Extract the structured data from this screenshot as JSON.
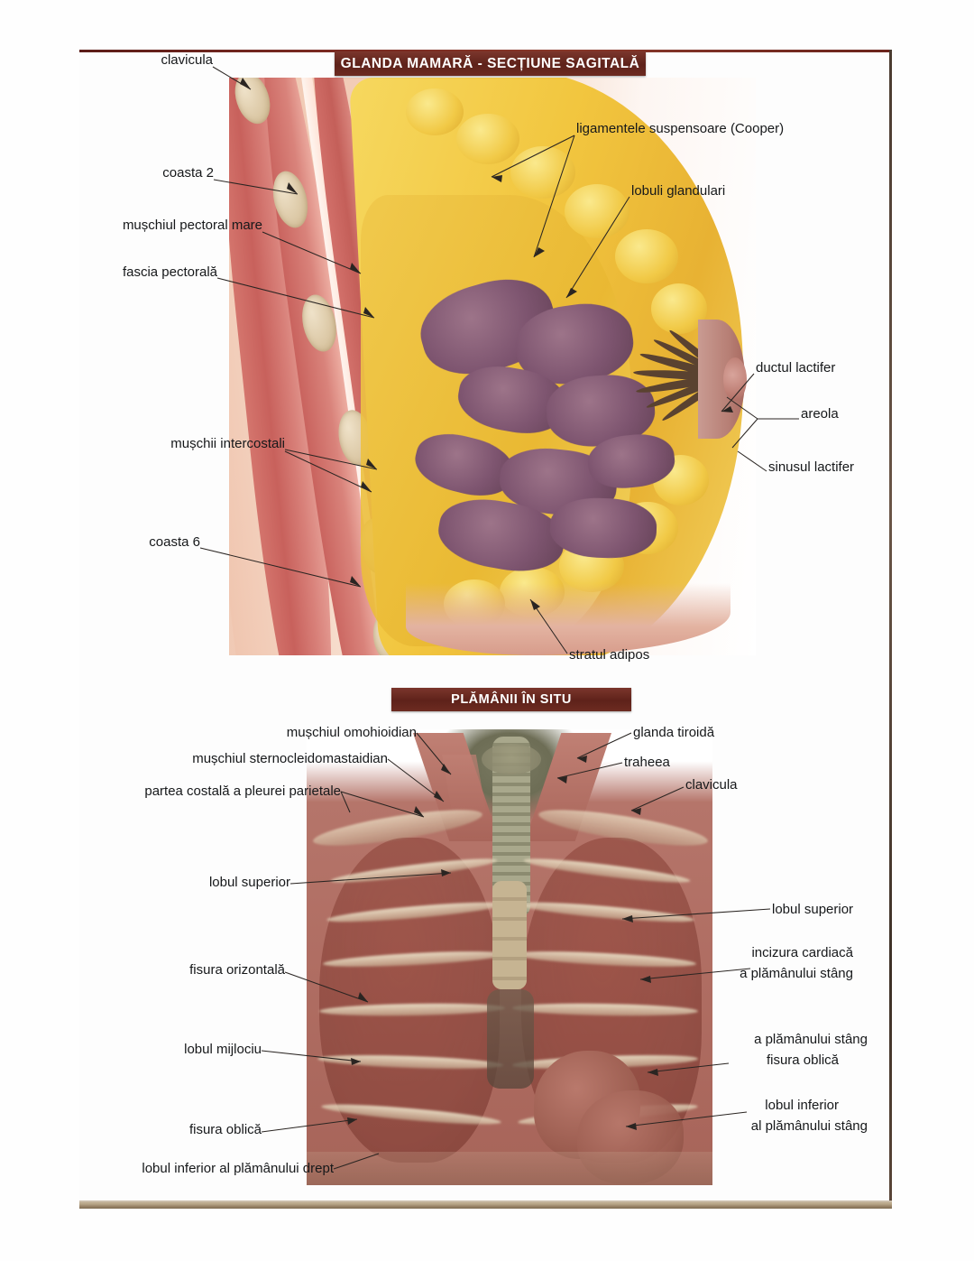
{
  "page": {
    "title": "Plansa anatomica - Glanda mamara si Plamanii",
    "language": "ro"
  },
  "colors": {
    "banner_dark": "#5e221a",
    "banner_light": "#7b362c",
    "label_text": "#16181a",
    "leader_line": "#2a2522",
    "fat_yellow": "#f2c63f",
    "muscle_red": "#c8615c",
    "gland_purple": "#7e5570",
    "bone_tan": "#ddcaa8",
    "page_edge_gold": "#bfae90"
  },
  "figure1": {
    "banner": "GLANDA MAMARĂ - SECȚIUNE SAGITALĂ",
    "labels_left": [
      {
        "id": "clavicula",
        "text": "clavicula"
      },
      {
        "id": "coasta-2",
        "text": "coasta 2"
      },
      {
        "id": "pectoral-mare",
        "text": "mușchiul pectoral mare"
      },
      {
        "id": "fascia-pectorala",
        "text": "fascia pectorală"
      },
      {
        "id": "intercostali",
        "text": "mușchii intercostali"
      },
      {
        "id": "coasta-6",
        "text": "coasta 6"
      }
    ],
    "labels_right": [
      {
        "id": "cooper",
        "text": "ligamentele suspensoare (Cooper)"
      },
      {
        "id": "lobuli",
        "text": "lobuli glandulari"
      },
      {
        "id": "ductul-lactifer",
        "text": "ductul lactifer"
      },
      {
        "id": "areola",
        "text": "areola"
      },
      {
        "id": "sinusul-lactifer",
        "text": "sinusul lactifer"
      }
    ],
    "labels_bottom": [
      {
        "id": "stratul-adipos",
        "text": "stratul adipos"
      }
    ]
  },
  "figure2": {
    "banner": "PLĂMÂNII ÎN SITU",
    "labels_top_left": [
      {
        "id": "omohioidian",
        "text": "mușchiul omohioidian"
      },
      {
        "id": "sternocleidomastaidian",
        "text": "mușchiul sternocleidomastaidian"
      },
      {
        "id": "pleura-parietala",
        "text": "partea costală a pleurei parietale"
      }
    ],
    "labels_top_right": [
      {
        "id": "glanda-tiroida",
        "text": "glanda tiroidă"
      },
      {
        "id": "traheea",
        "text": "traheea"
      },
      {
        "id": "clavicula-2",
        "text": "clavicula"
      }
    ],
    "labels_left": [
      {
        "id": "lobul-superior-drept",
        "text": "lobul superior"
      },
      {
        "id": "fisura-orizontala",
        "text": "fisura orizontală"
      },
      {
        "id": "lobul-mijlociu",
        "text": "lobul mijlociu"
      },
      {
        "id": "fisura-oblica-dr",
        "text": "fisura oblică"
      },
      {
        "id": "lobul-inferior-drept",
        "text": "lobul inferior al plămânului drept"
      }
    ],
    "labels_right": [
      {
        "id": "lobul-superior-stang",
        "text": "lobul superior"
      },
      {
        "id": "incizura-1",
        "text": "incizura cardiacă"
      },
      {
        "id": "incizura-2",
        "text": "a plămânului stâng"
      },
      {
        "id": "fisura-oblica-1",
        "text": "a plămânului stâng"
      },
      {
        "id": "fisura-oblica-2",
        "text": "fisura oblică"
      },
      {
        "id": "lobul-inferior-1",
        "text": "lobul inferior"
      },
      {
        "id": "lobul-inferior-2",
        "text": "al plămânului stâng"
      }
    ]
  }
}
